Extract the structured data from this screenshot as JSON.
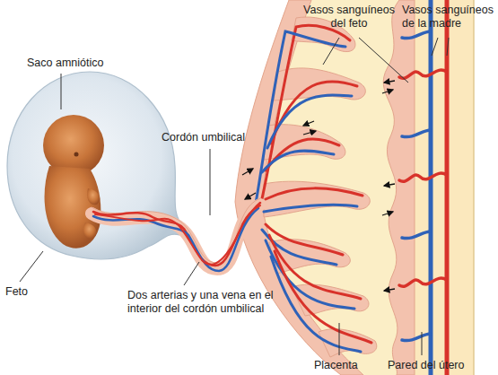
{
  "diagram": {
    "labels": [
      "Saco amniótico",
      "Vasos sanguíneos del feto",
      "Vasos sanguíneos de la madre",
      "Cordón umbilical",
      "Feto",
      "Dos arterias y una vena en el interior del cordón umbilical",
      "Placenta",
      "Pared del útero"
    ]
  }
}
